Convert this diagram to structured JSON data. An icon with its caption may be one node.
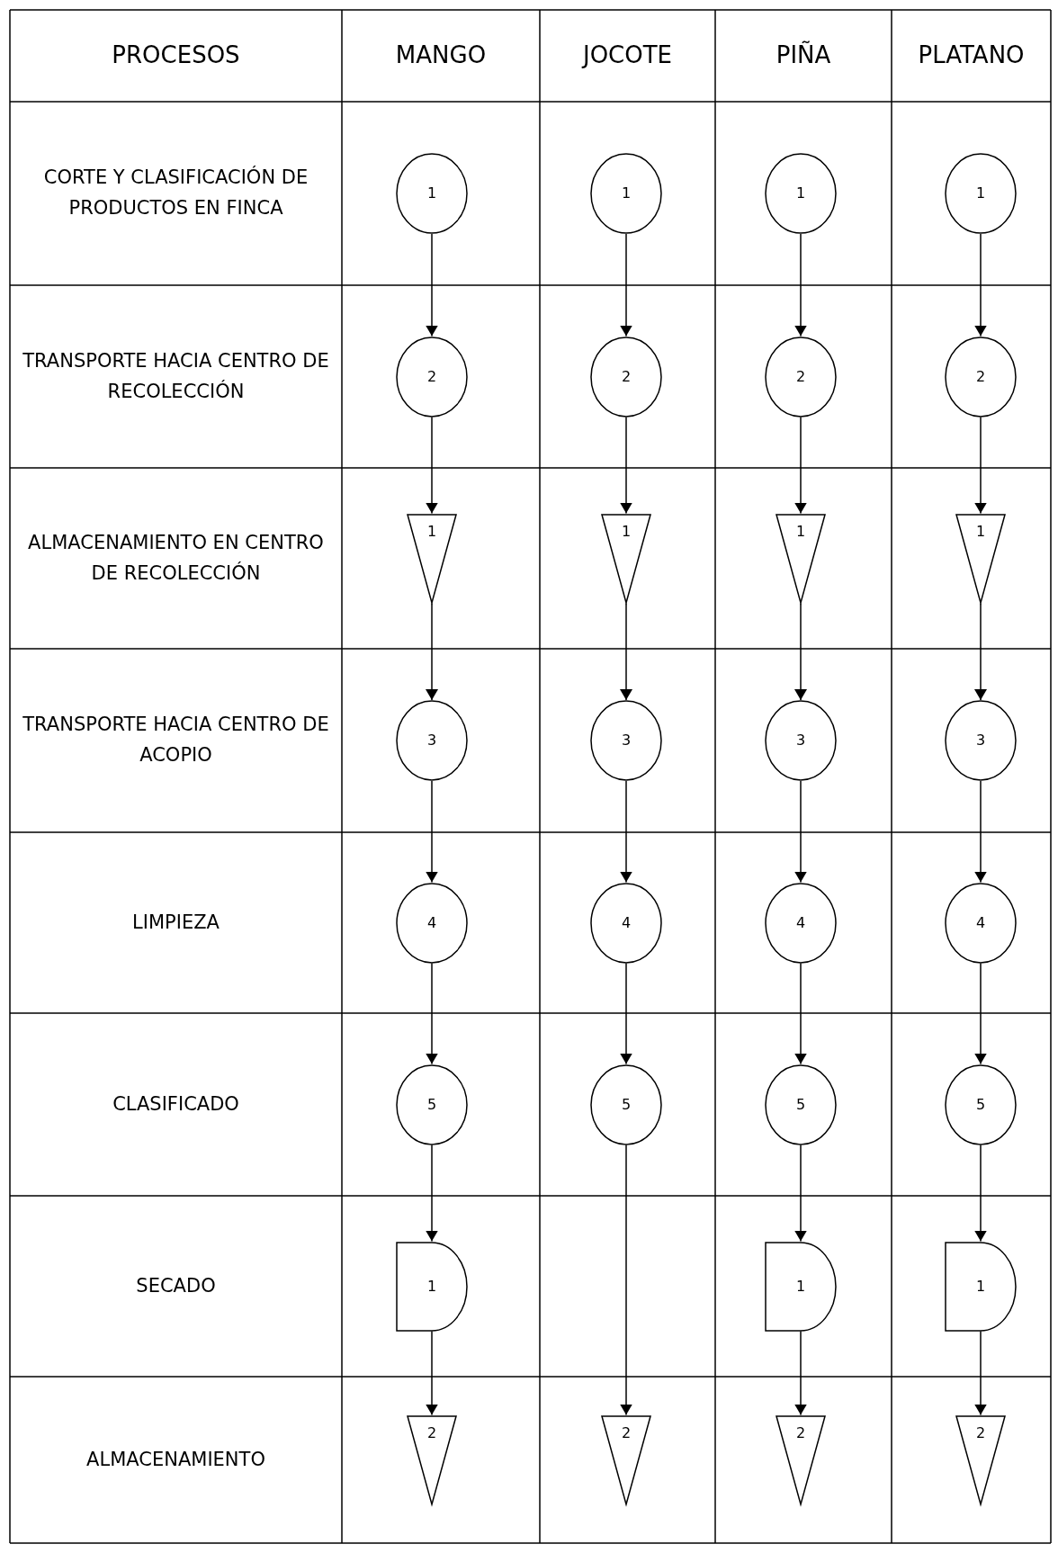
{
  "diagram": {
    "nodes": [
      {
        "text": [
          "1"
        ]
      },
      {
        "text": [
          "1"
        ]
      },
      {
        "text": [
          "1"
        ]
      },
      {
        "text": [
          "1"
        ]
      },
      {
        "text": [
          "2"
        ]
      },
      {
        "text": [
          "2"
        ]
      },
      {
        "text": [
          "2"
        ]
      },
      {
        "text": [
          "2"
        ]
      },
      {
        "text": [
          "1"
        ]
      },
      {
        "text": [
          "1"
        ]
      },
      {
        "text": [
          "1"
        ]
      },
      {
        "text": [
          "1"
        ]
      },
      {
        "text": [
          "3"
        ]
      },
      {
        "text": [
          "3"
        ]
      },
      {
        "text": [
          "3"
        ]
      },
      {
        "text": [
          "3"
        ]
      },
      {
        "text": [
          "4"
        ]
      },
      {
        "text": [
          "4"
        ]
      },
      {
        "text": [
          "4"
        ]
      },
      {
        "text": [
          "4"
        ]
      },
      {
        "text": [
          "5"
        ]
      },
      {
        "text": [
          "5"
        ]
      },
      {
        "text": [
          "5"
        ]
      },
      {
        "text": [
          "5"
        ]
      },
      {
        "text": [
          "1"
        ]
      },
      {
        "text": [
          "1"
        ]
      },
      {
        "text": [
          "1"
        ]
      },
      {
        "text": [
          "2"
        ]
      },
      {
        "text": [
          "2"
        ]
      },
      {
        "text": [
          "2"
        ]
      },
      {
        "text": [
          "2"
        ]
      }
    ],
    "edges": [
      {
        "from": 0,
        "to": 4,
        "arrow": "to"
      },
      {
        "from": 4,
        "to": 8,
        "arrow": "to"
      },
      {
        "from": 8,
        "to": 12,
        "arrow": "to"
      },
      {
        "from": 12,
        "to": 16,
        "arrow": "to"
      },
      {
        "from": 16,
        "to": 20,
        "arrow": "to"
      },
      {
        "from": 20,
        "to": 24,
        "arrow": "to"
      },
      {
        "from": 24,
        "to": 27,
        "arrow": "to"
      },
      {
        "from": 1,
        "to": 5,
        "arrow": "to"
      },
      {
        "from": 5,
        "to": 9,
        "arrow": "to"
      },
      {
        "from": 9,
        "to": 13,
        "arrow": "to"
      },
      {
        "from": 13,
        "to": 17,
        "arrow": "to"
      },
      {
        "from": 17,
        "to": 21,
        "arrow": "to"
      },
      {
        "from": 21,
        "to": 28,
        "arrow": "to"
      },
      {
        "from": 2,
        "to": 6,
        "arrow": "to"
      },
      {
        "from": 6,
        "to": 10,
        "arrow": "to"
      },
      {
        "from": 10,
        "to": 14,
        "arrow": "to"
      },
      {
        "from": 14,
        "to": 18,
        "arrow": "to"
      },
      {
        "from": 18,
        "to": 22,
        "arrow": "to"
      },
      {
        "from": 22,
        "to": 25,
        "arrow": "to"
      },
      {
        "from": 25,
        "to": 29,
        "arrow": "to"
      },
      {
        "from": 3,
        "to": 7,
        "arrow": "to"
      },
      {
        "from": 7,
        "to": 11,
        "arrow": "to"
      },
      {
        "from": 11,
        "to": 15,
        "arrow": "to"
      },
      {
        "from": 15,
        "to": 19,
        "arrow": "to"
      },
      {
        "from": 19,
        "to": 23,
        "arrow": "to"
      },
      {
        "from": 23,
        "to": 26,
        "arrow": "to"
      },
      {
        "from": 26,
        "to": 30,
        "arrow": "to"
      }
    ],
    "labels": [
      "PROCESOS",
      "MANGO",
      "JOCOTE",
      "PIÑA",
      "PLATANO",
      "CORTE Y CLASIFICACIÓN DE PRODUCTOS EN FINCA",
      "TRANSPORTE HACIA CENTRO DE RECOLECCIÓN",
      "ALMACENAMIENTO EN CENTRO DE RECOLECCIÓN",
      "TRANSPORTE HACIA CENTRO DE ACOPIO",
      "LIMPIEZA",
      "CLASIFICADO",
      "SECADO",
      "ALMACENAMIENTO"
    ]
  }
}
